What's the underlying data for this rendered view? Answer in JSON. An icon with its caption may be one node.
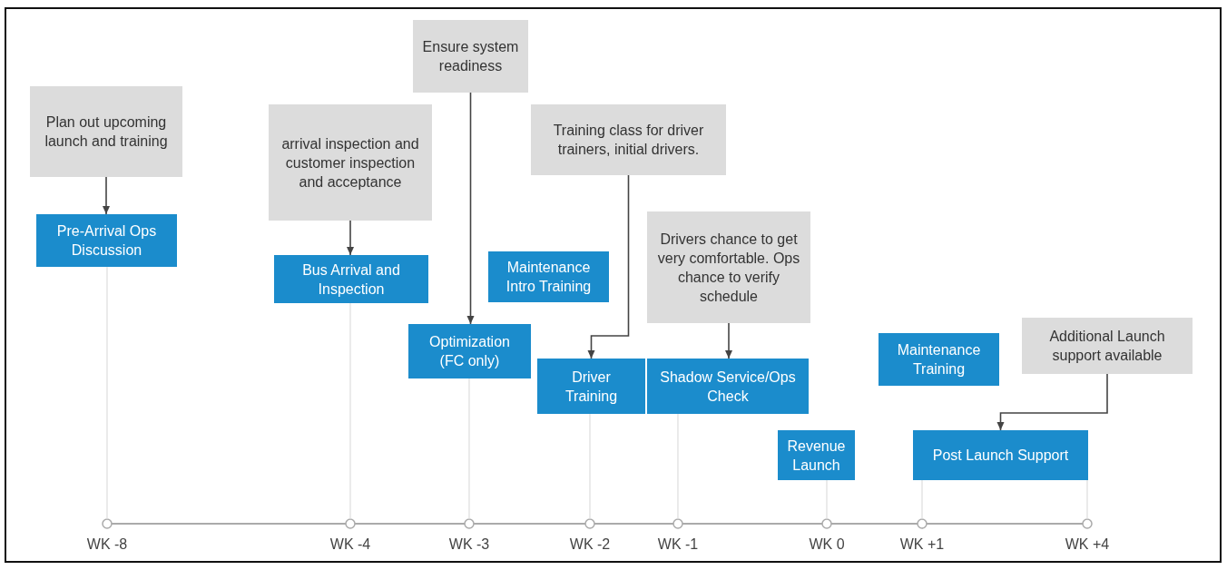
{
  "diagram": {
    "nodes": [
      {
        "text": [
          "Plan out upcoming launch and training"
        ]
      },
      {
        "text": [
          "Pre-Arrival Ops Discussion"
        ]
      },
      {
        "text": [
          "arrival inspection and customer inspection and acceptance"
        ]
      },
      {
        "text": [
          "Bus Arrival and Inspection"
        ]
      },
      {
        "text": [
          "Ensure system readiness"
        ]
      },
      {
        "text": [
          "Maintenance Intro Training"
        ]
      },
      {
        "text": [
          "Optimization (FC only)"
        ]
      },
      {
        "text": [
          "Training class for driver trainers, initial drivers."
        ]
      },
      {
        "text": [
          "Driver Training"
        ]
      },
      {
        "text": [
          "Drivers chance to get very comfortable. Ops chance to verify schedule"
        ]
      },
      {
        "text": [
          "Shadow Service/Ops Check"
        ]
      },
      {
        "text": [
          "Maintenance Training"
        ]
      },
      {
        "text": [
          "Additional Launch support available"
        ]
      },
      {
        "text": [
          "Revenue Launch"
        ]
      },
      {
        "text": [
          "Post Launch Support"
        ]
      }
    ],
    "edges": [
      {
        "from": 0,
        "to": 1,
        "arrow": "to"
      },
      {
        "from": 2,
        "to": 3,
        "arrow": "to"
      },
      {
        "from": 4,
        "to": 6,
        "arrow": "to"
      },
      {
        "from": 7,
        "to": 8,
        "arrow": "to"
      },
      {
        "from": 9,
        "to": 10,
        "arrow": "to"
      },
      {
        "from": 12,
        "to": 14,
        "arrow": "to"
      }
    ],
    "labels": [
      "WK -8",
      "WK -4",
      "WK -3",
      "WK -2",
      "WK -1",
      "WK 0",
      "WK +1",
      "WK +4"
    ]
  }
}
